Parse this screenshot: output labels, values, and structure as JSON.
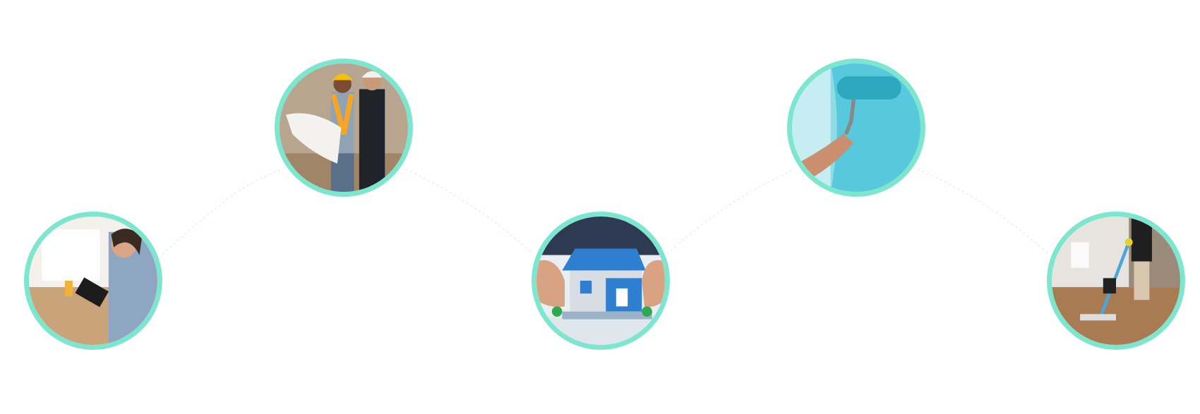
{
  "colors": {
    "ring": "#7de6cf",
    "connector": "#e6f7f3",
    "background": "#ffffff"
  },
  "steps": [
    {
      "image": "woman-using-tablet-photo"
    },
    {
      "image": "construction-workers-blueprint-photo"
    },
    {
      "image": "hands-protecting-model-house-photo"
    },
    {
      "image": "paint-roller-blue-wall-photo"
    },
    {
      "image": "person-mopping-floor-photo"
    }
  ]
}
